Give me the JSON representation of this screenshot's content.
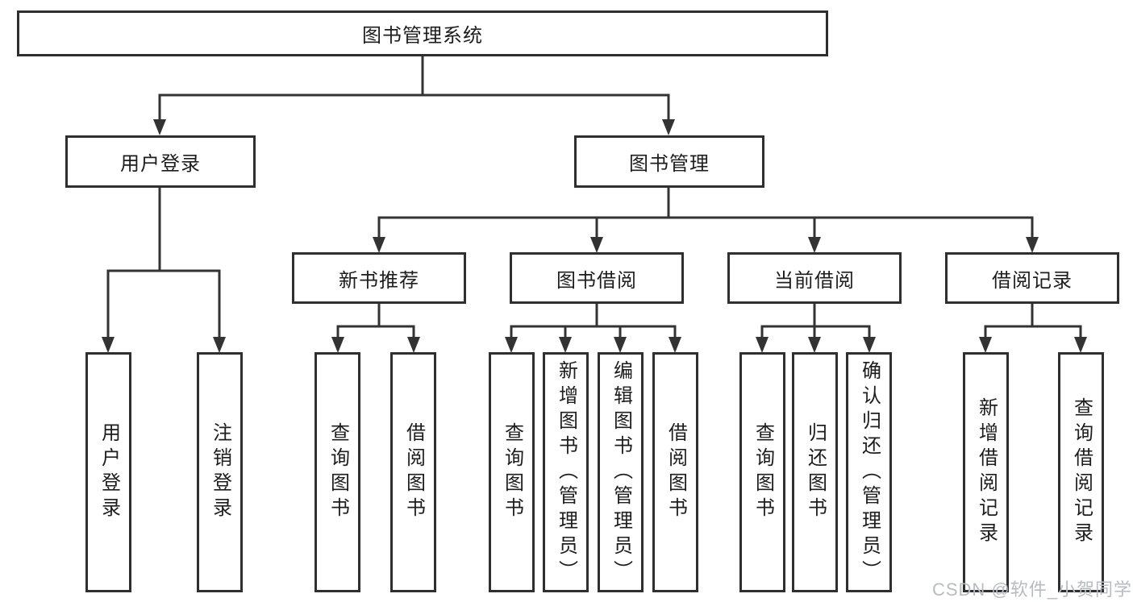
{
  "diagram_type": "tree",
  "colors": {
    "line": "#333333",
    "box_border": "#2f2f2f",
    "text": "#1d1d1d",
    "background": "#ffffff",
    "watermark": "#b7bcc3"
  },
  "tree": {
    "label": "图书管理系统",
    "children": [
      {
        "label": "用户登录",
        "children": [
          {
            "label": "用户登录"
          },
          {
            "label": "注销登录"
          }
        ]
      },
      {
        "label": "图书管理",
        "children": [
          {
            "label": "新书推荐",
            "children": [
              {
                "label": "查询图书"
              },
              {
                "label": "借阅图书"
              }
            ]
          },
          {
            "label": "图书借阅",
            "children": [
              {
                "label": "查询图书"
              },
              {
                "label": "新增图书（管理员）"
              },
              {
                "label": "编辑图书（管理员）"
              },
              {
                "label": "借阅图书"
              }
            ]
          },
          {
            "label": "当前借阅",
            "children": [
              {
                "label": "查询图书"
              },
              {
                "label": "归还图书"
              },
              {
                "label": "确认归还（管理员）"
              }
            ]
          },
          {
            "label": "借阅记录",
            "children": [
              {
                "label": "新增借阅记录"
              },
              {
                "label": "查询借阅记录"
              }
            ]
          }
        ]
      }
    ]
  },
  "watermark": {
    "text": "CSDN @软件_小贺同学"
  }
}
